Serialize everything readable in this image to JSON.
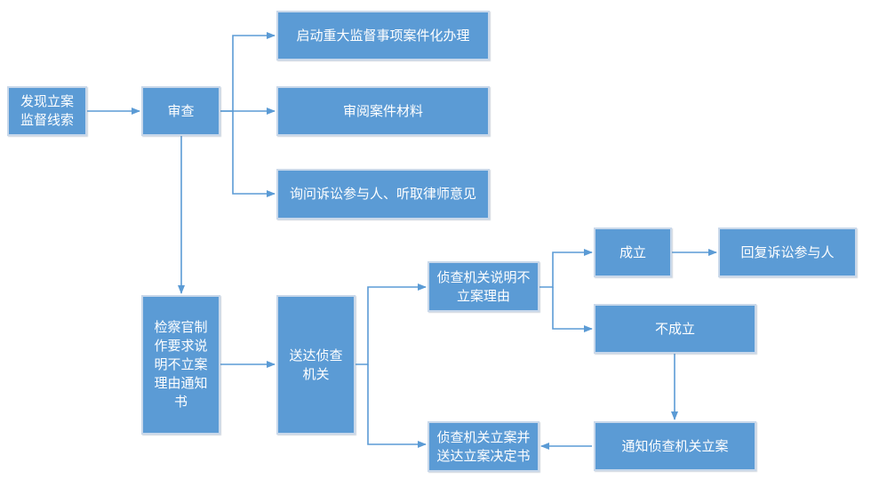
{
  "diagram": {
    "colors": {
      "node_fill": "#5b9bd5",
      "node_border": "#c9d8ea",
      "node_text": "#ffffff",
      "edge": "#5b9bd5"
    },
    "nodes": {
      "discover": "发现立案监督线索",
      "review": "审查",
      "start_case": "启动重大监督事项案件化办理",
      "read_materials": "审阅案件材料",
      "inquire": "询问诉讼参与人、听取律师意见",
      "explain_notice": "检察官制作要求说明不立案理由通知书",
      "deliver": "送达侦查机关",
      "reason": "侦查机关说明不立案理由",
      "established": "成立",
      "reply": "回复诉讼参与人",
      "not_established": "不成立",
      "notify_file": "通知侦查机关立案",
      "file_deliver": "侦查机关立案并送达立案决定书"
    },
    "edges": [
      {
        "from": "discover",
        "to": "review"
      },
      {
        "from": "review",
        "to": "start_case"
      },
      {
        "from": "review",
        "to": "read_materials"
      },
      {
        "from": "review",
        "to": "inquire"
      },
      {
        "from": "review",
        "to": "explain_notice"
      },
      {
        "from": "explain_notice",
        "to": "deliver"
      },
      {
        "from": "deliver",
        "to": "reason"
      },
      {
        "from": "deliver",
        "to": "file_deliver"
      },
      {
        "from": "reason",
        "to": "established"
      },
      {
        "from": "reason",
        "to": "not_established"
      },
      {
        "from": "established",
        "to": "reply"
      },
      {
        "from": "not_established",
        "to": "notify_file"
      },
      {
        "from": "notify_file",
        "to": "file_deliver"
      }
    ]
  }
}
